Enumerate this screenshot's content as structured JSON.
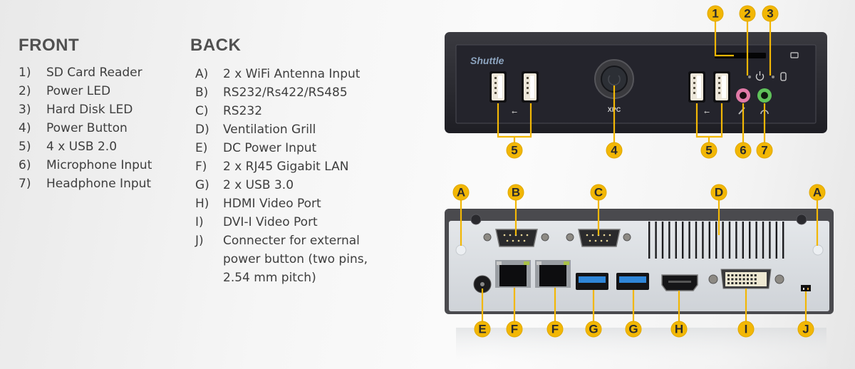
{
  "front": {
    "heading": "FRONT",
    "items": [
      {
        "key": "1)",
        "label": "SD Card Reader"
      },
      {
        "key": "2)",
        "label": "Power LED"
      },
      {
        "key": "3)",
        "label": "Hard Disk LED"
      },
      {
        "key": "4)",
        "label": "Power Button"
      },
      {
        "key": "5)",
        "label": "4 x USB 2.0"
      },
      {
        "key": "6)",
        "label": "Microphone Input"
      },
      {
        "key": "7)",
        "label": "Headphone Input"
      }
    ]
  },
  "back": {
    "heading": "BACK",
    "items": [
      {
        "key": "A)",
        "label": "2 x WiFi Antenna Input"
      },
      {
        "key": "B)",
        "label": "RS232/Rs422/RS485"
      },
      {
        "key": "C)",
        "label": "RS232"
      },
      {
        "key": "D)",
        "label": "Ventilation Grill"
      },
      {
        "key": "E)",
        "label": "DC Power Input"
      },
      {
        "key": "F)",
        "label": "2 x RJ45 Gigabit LAN"
      },
      {
        "key": "G)",
        "label": "2 x USB 3.0"
      },
      {
        "key": "H)",
        "label": "HDMI Video Port"
      },
      {
        "key": "I)",
        "label": "DVI-I Video Port"
      },
      {
        "key": "J)",
        "label": "Connecter for external power button (two pins, 2.54 mm pitch)"
      }
    ]
  },
  "device_front": {
    "brand": "Shuttle",
    "button_logo": "XPC",
    "callouts": [
      "1",
      "2",
      "3",
      "4",
      "5",
      "5",
      "6",
      "7"
    ]
  },
  "device_back": {
    "callouts": [
      "A",
      "B",
      "C",
      "D",
      "A",
      "E",
      "F",
      "F",
      "G",
      "G",
      "H",
      "I",
      "J"
    ]
  },
  "colors": {
    "callout": "#f2b705",
    "chassis": "#2a2a30",
    "back_panel": "#d9dde2",
    "usb3_blue": "#2f86d8",
    "mic_pink": "#e27aa8",
    "headphone_green": "#5fc35a"
  }
}
